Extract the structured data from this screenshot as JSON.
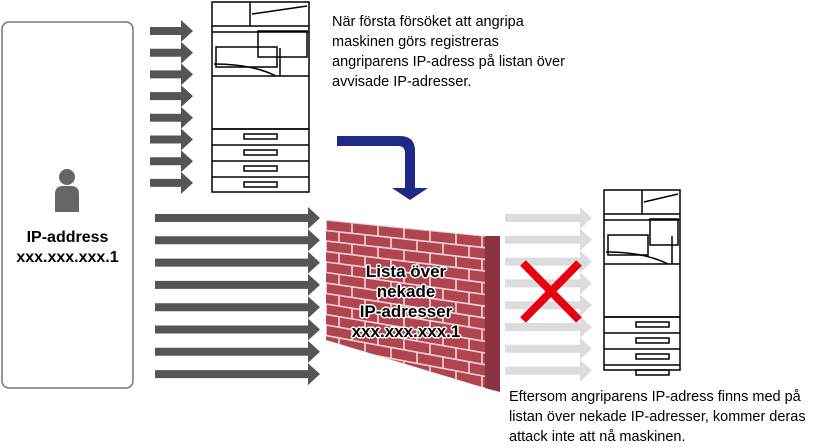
{
  "attacker": {
    "label": "IP-address",
    "ip": "xxx.xxx.xxx.1",
    "icon": "person-icon"
  },
  "top_caption": [
    "När första försöket att angripa",
    "maskinen görs registreras",
    "angriparens IP-adress på listan över",
    "avvisade IP-adresser."
  ],
  "wall": {
    "lines": [
      "Lista över",
      "nekade",
      "IP-adresser",
      "xxx.xxx.xxx.1"
    ],
    "color": "#b04550"
  },
  "bottom_caption": [
    "Eftersom angriparens IP-adress finns med på",
    "listan över nekade IP-adresser, kommer deras",
    "attack inte att nå maskinen."
  ],
  "colors": {
    "arrow": "#555555",
    "blocked_arrow": "#dcdcdc",
    "flow_arrow": "#1f2a86",
    "block_mark": "#e60012"
  }
}
